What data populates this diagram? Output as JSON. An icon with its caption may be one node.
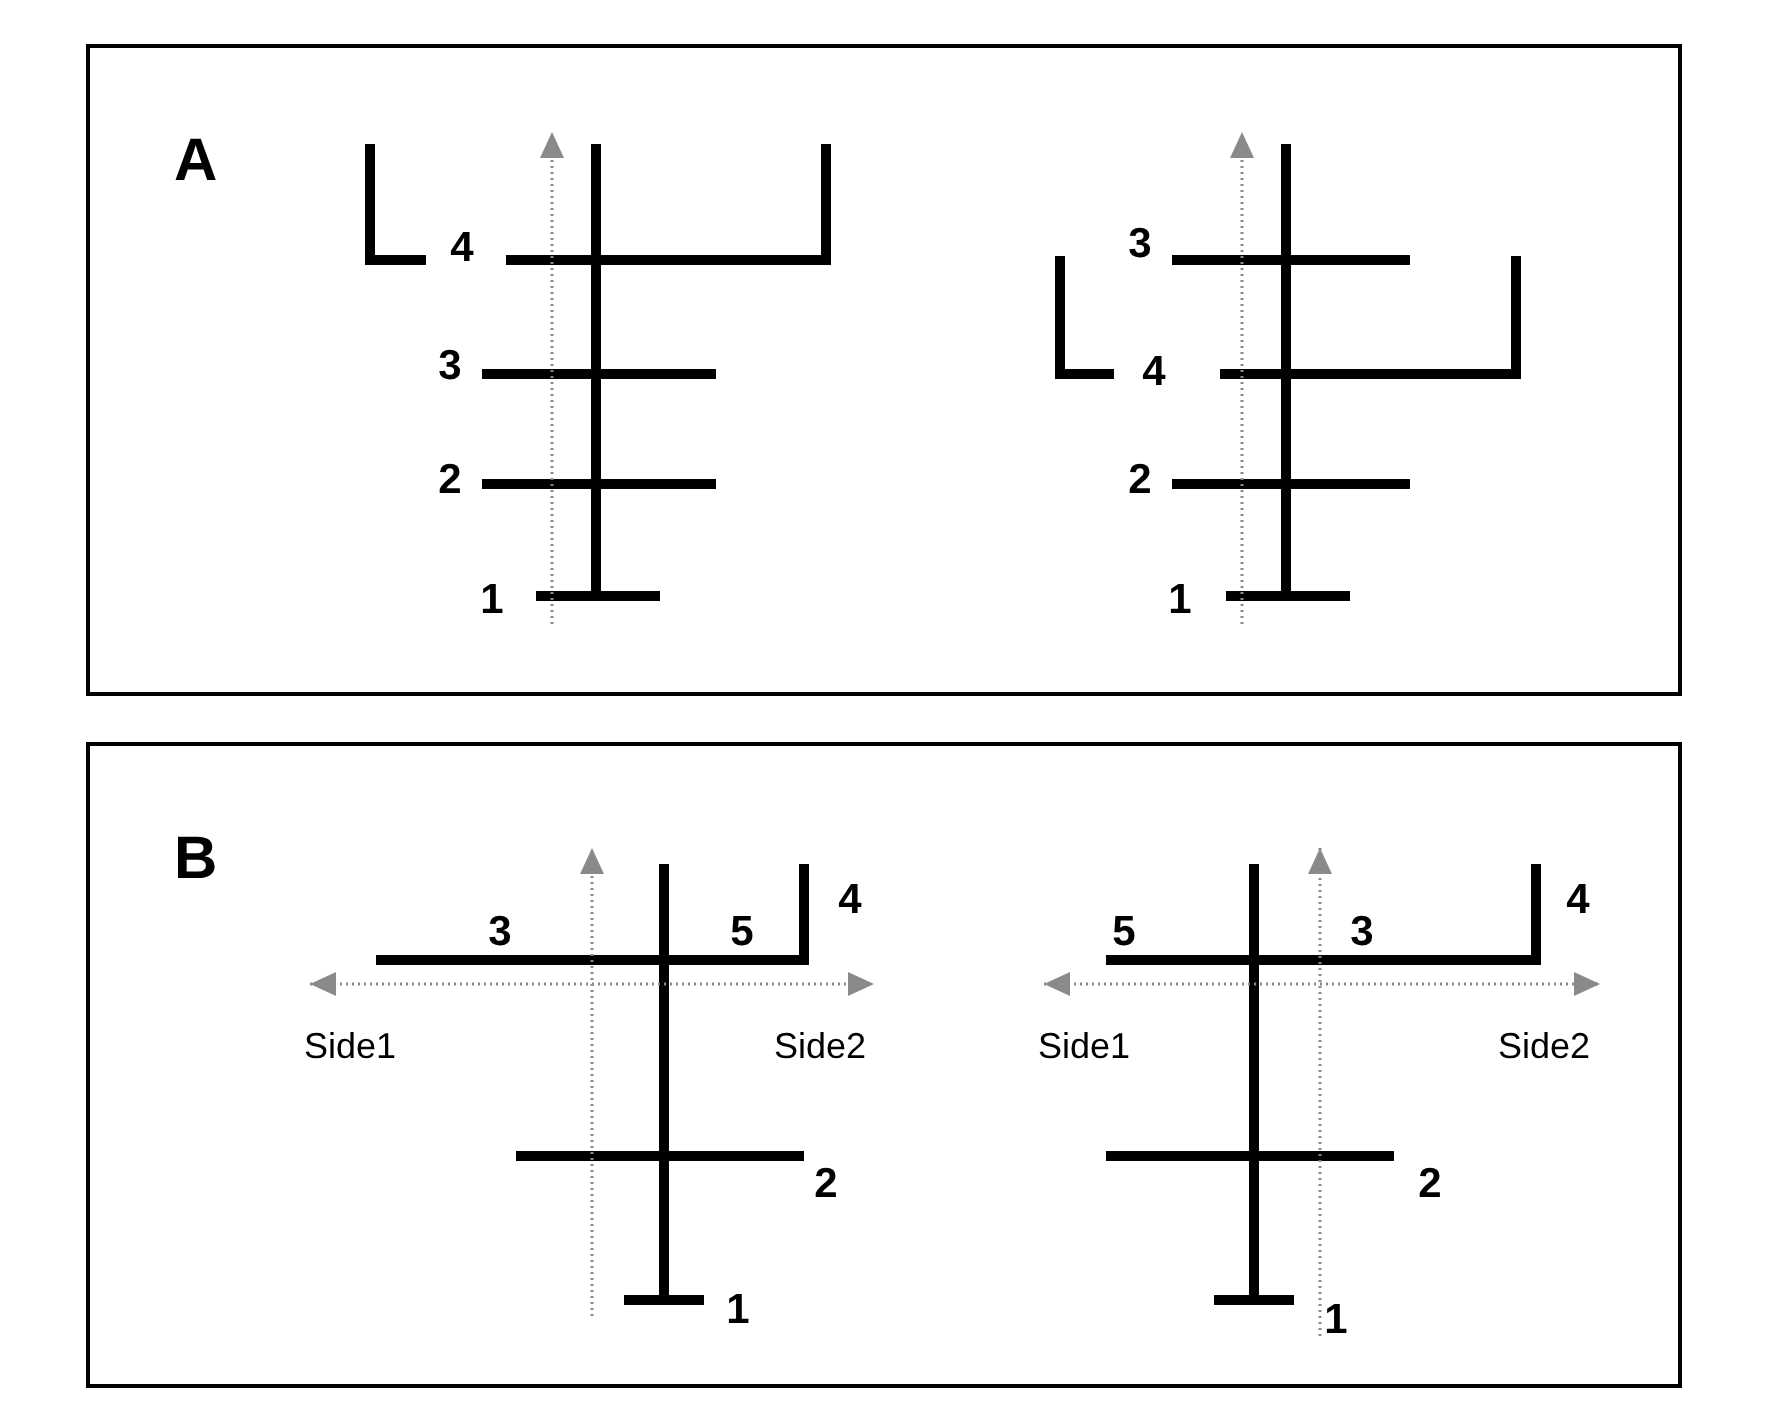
{
  "diagram": {
    "nodes": [
      {
        "text": [
          "A"
        ]
      },
      {
        "text": [
          "B"
        ]
      }
    ],
    "labels": [
      "4",
      "3",
      "2",
      "1",
      "3",
      "4",
      "2",
      "1",
      "3",
      "5",
      "4",
      "Side1",
      "Side2",
      "2",
      "1",
      "5",
      "3",
      "4",
      "Side1",
      "Side2",
      "2",
      "1"
    ]
  }
}
